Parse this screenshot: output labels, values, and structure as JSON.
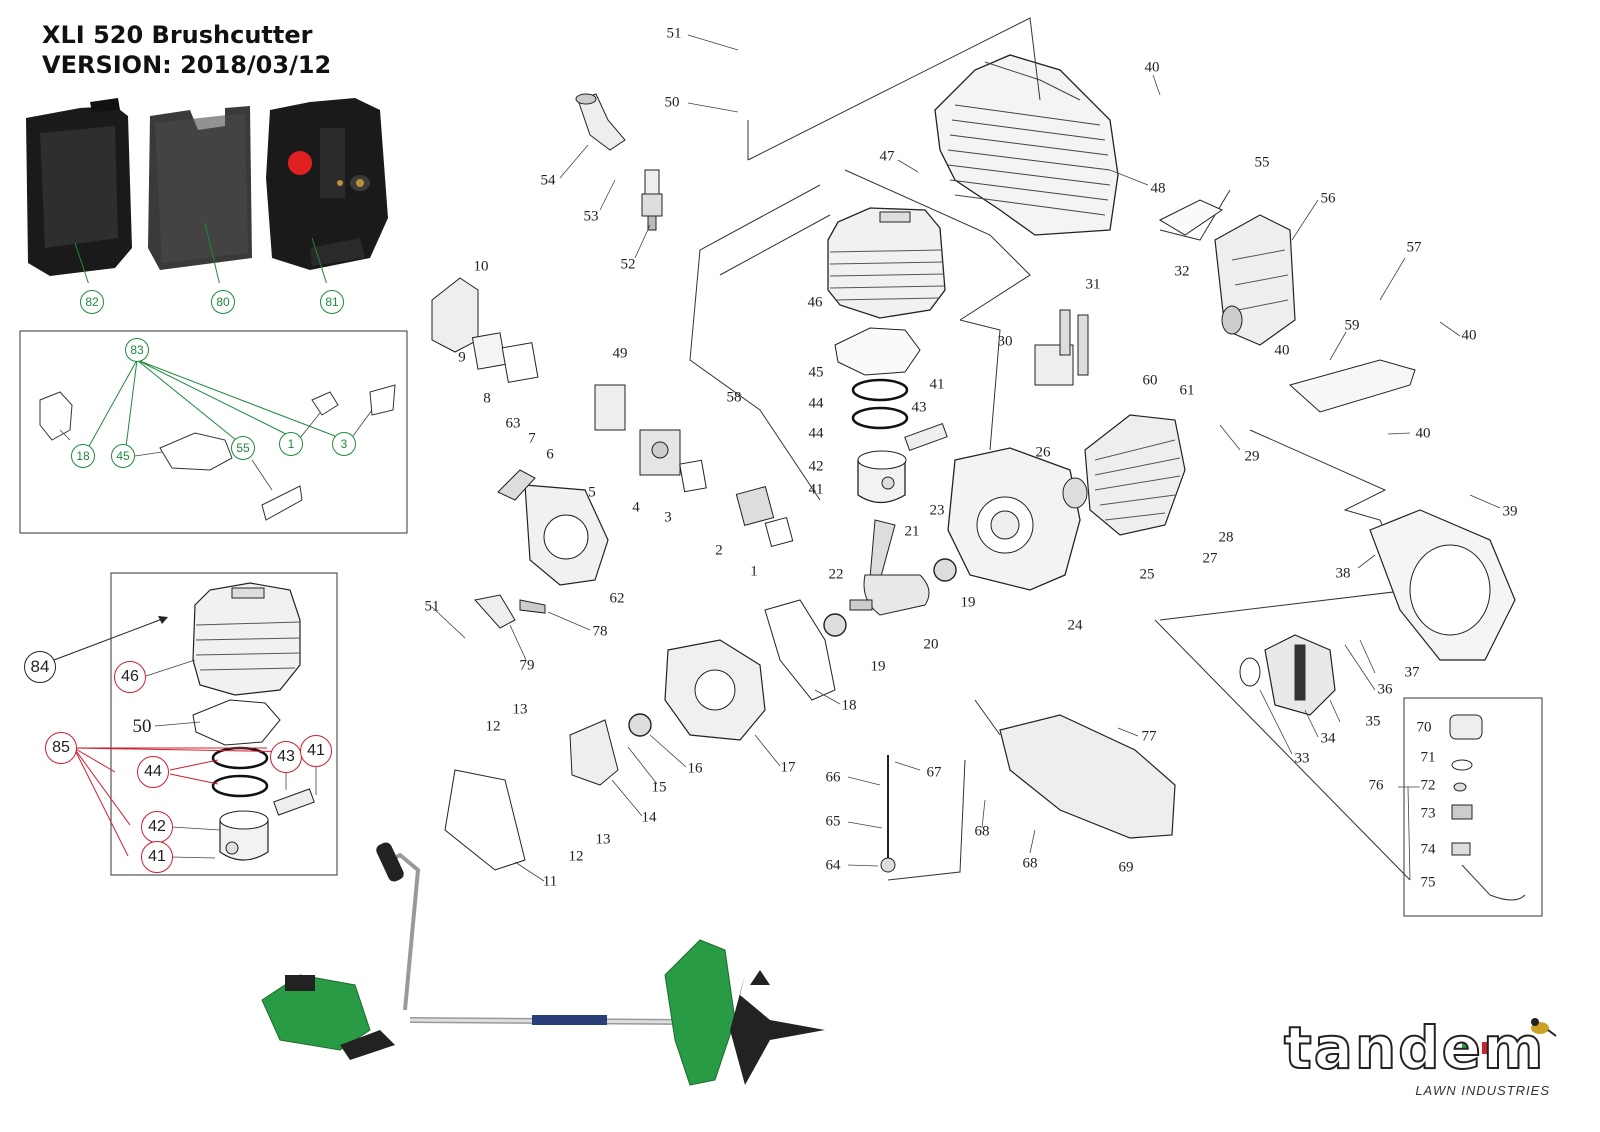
{
  "header": {
    "title": "XLI 520 Brushcutter",
    "version": "VERSION: 2018/03/12"
  },
  "brand": {
    "name": "tandem",
    "tagline": "LAWN INDUSTRIES"
  },
  "colors": {
    "green_callout": "#1e8a3c",
    "red_callout": "#d01f2f",
    "brand_red": "#c8262d",
    "brand_green": "#2a9b45"
  },
  "filter_callouts": [
    "82",
    "80",
    "81"
  ],
  "gasket_kit": {
    "kit": "83",
    "items": [
      "18",
      "45",
      "55",
      "1",
      "3"
    ]
  },
  "cylinder_kit": {
    "assembly": "84",
    "kit": "85",
    "parts": [
      "46",
      "50",
      "44",
      "43",
      "41",
      "42",
      "41"
    ]
  },
  "fuel_cap_kit": {
    "kit": "76",
    "parts": [
      "70",
      "71",
      "72",
      "73",
      "74",
      "75"
    ]
  },
  "part_labels": {
    "p51a": "51",
    "p50": "50",
    "p54": "54",
    "p53": "53",
    "p52": "52",
    "p40a": "40",
    "p47": "47",
    "p48": "48",
    "p55": "55",
    "p56": "56",
    "p57": "57",
    "p10": "10",
    "p46": "46",
    "p45": "45",
    "p44a": "44",
    "p44b": "44",
    "p43": "43",
    "p42": "42",
    "p41a": "41",
    "p41b": "41",
    "p31": "31",
    "p32": "32",
    "p30": "30",
    "p59": "59",
    "p40b": "40",
    "p40c": "40",
    "p40d": "40",
    "p60": "60",
    "p61": "61",
    "p29": "29",
    "p49": "49",
    "p9": "9",
    "p8": "8",
    "p63": "63",
    "p7": "7",
    "p6": "6",
    "p58": "58",
    "p5": "5",
    "p4": "4",
    "p3": "3",
    "p2": "2",
    "p1": "1",
    "p62": "62",
    "p26": "26",
    "p28": "28",
    "p27": "27",
    "p25": "25",
    "p23": "23",
    "p21": "21",
    "p22": "22",
    "p19a": "19",
    "p19b": "19",
    "p20": "20",
    "p24": "24",
    "p39": "39",
    "p38": "38",
    "p37": "37",
    "p36": "36",
    "p35": "35",
    "p34": "34",
    "p33": "33",
    "p51b": "51",
    "p79": "79",
    "p78": "78",
    "p18": "18",
    "p17": "17",
    "p16": "16",
    "p15": "15",
    "p14": "14",
    "p13a": "13",
    "p12a": "12",
    "p13b": "13",
    "p12b": "12",
    "p11": "11",
    "p67": "67",
    "p66": "66",
    "p65": "65",
    "p64": "64",
    "p77": "77",
    "p68a": "68",
    "p68b": "68",
    "p69": "69"
  }
}
